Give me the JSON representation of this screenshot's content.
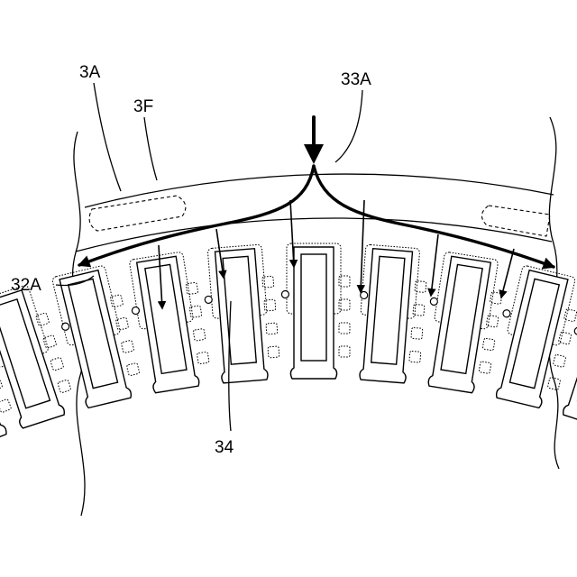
{
  "labels": {
    "core_ref": "3A",
    "flange_ref": "3F",
    "center_ref": "33A",
    "side_ref": "32A",
    "hole_ref": "34"
  },
  "colors": {
    "ink": "#000000",
    "background": "#ffffff"
  }
}
